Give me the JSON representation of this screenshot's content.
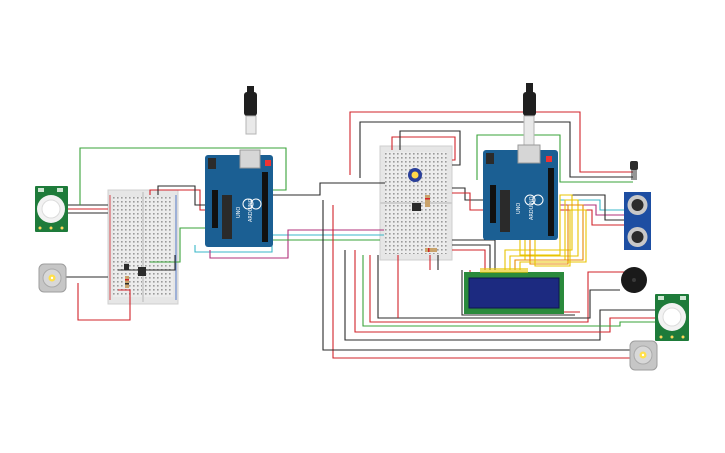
{
  "components": {
    "arduino_left": {
      "name": "UNO",
      "brand": "ARDUINO",
      "color": "#1b5f93"
    },
    "arduino_right": {
      "name": "UNO",
      "brand": "ARDUINO",
      "color": "#1b5f93"
    },
    "pir_left": {
      "kind": "pir-sensor"
    },
    "pir_right": {
      "kind": "pir-sensor"
    },
    "motor_left": {
      "kind": "dc-motor"
    },
    "motor_right": {
      "kind": "dc-motor"
    },
    "ultrasonic": {
      "kind": "ultrasonic-sensor"
    },
    "buzzer": {
      "kind": "piezo-buzzer"
    },
    "lcd": {
      "kind": "lcd-16x2"
    },
    "temp_sensor": {
      "kind": "temperature-sensor"
    },
    "potentiometer": {
      "kind": "potentiometer"
    }
  },
  "colors": {
    "wire_red": "#d2232a",
    "wire_black": "#2b2b2b",
    "wire_green": "#3aa33a",
    "wire_magenta": "#b0307a",
    "wire_cyan": "#3ab7c8",
    "wire_yellow": "#e8c400",
    "wire_orange": "#e88a00",
    "arduino_blue": "#1b5f93",
    "pir_green": "#1e7b3a",
    "lcd_screen": "#1c2a80"
  }
}
